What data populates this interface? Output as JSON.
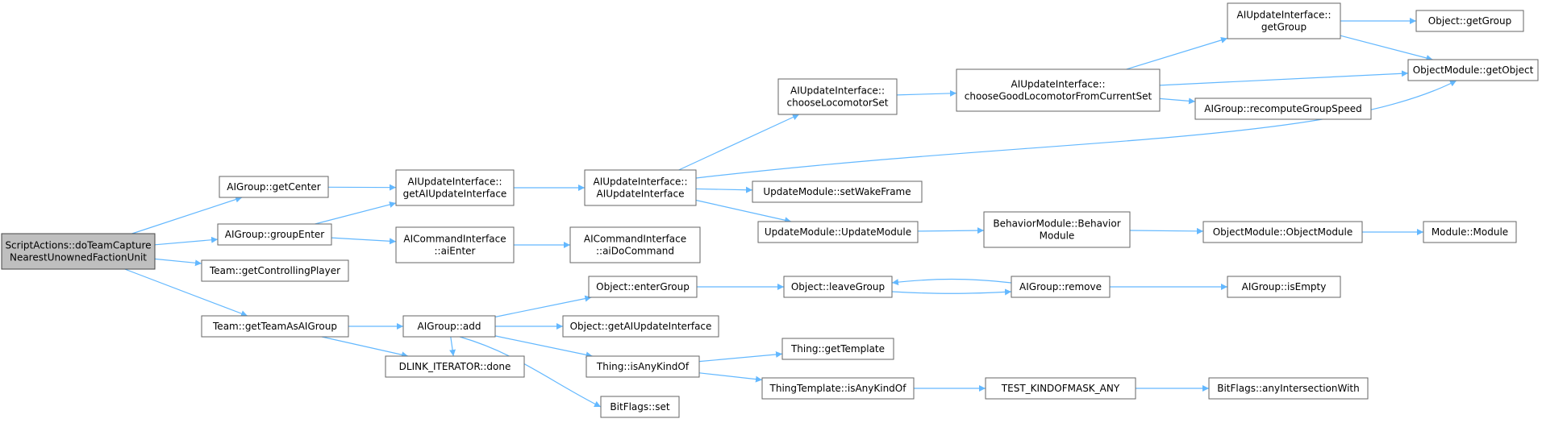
{
  "colors": {
    "edge": "#63b8ff",
    "node_border": "#666666",
    "root_fill": "#bfbfbf",
    "background": "#ffffff"
  },
  "nodes": [
    {
      "id": "root",
      "lines": [
        "ScriptActions::doTeamCapture",
        "NearestUnownedFactionUnit"
      ],
      "root": true
    },
    {
      "id": "aig_getCenter",
      "lines": [
        "AIGroup::getCenter"
      ]
    },
    {
      "id": "aig_groupEnter",
      "lines": [
        "AIGroup::groupEnter"
      ]
    },
    {
      "id": "team_getControllingPlayer",
      "lines": [
        "Team::getControllingPlayer"
      ]
    },
    {
      "id": "team_getTeamAsAIGroup",
      "lines": [
        "Team::getTeamAsAIGroup"
      ]
    },
    {
      "id": "aiui_getAIUpdateInterface",
      "lines": [
        "AIUpdateInterface::",
        "getAIUpdateInterface"
      ]
    },
    {
      "id": "aici_aiEnter",
      "lines": [
        "AICommandInterface",
        "::aiEnter"
      ]
    },
    {
      "id": "aig_add",
      "lines": [
        "AIGroup::add"
      ]
    },
    {
      "id": "dlink_done",
      "lines": [
        "DLINK_ITERATOR::done"
      ]
    },
    {
      "id": "aiui_ctor",
      "lines": [
        "AIUpdateInterface::",
        "AIUpdateInterface"
      ]
    },
    {
      "id": "aici_aiDoCommand",
      "lines": [
        "AICommandInterface",
        "::aiDoCommand"
      ]
    },
    {
      "id": "obj_enterGroup",
      "lines": [
        "Object::enterGroup"
      ]
    },
    {
      "id": "obj_getAIUpdateInterface",
      "lines": [
        "Object::getAIUpdateInterface"
      ]
    },
    {
      "id": "thing_isAnyKindOf",
      "lines": [
        "Thing::isAnyKindOf"
      ]
    },
    {
      "id": "bitflags_set",
      "lines": [
        "BitFlags::set"
      ]
    },
    {
      "id": "aiui_chooseLocomotorSet",
      "lines": [
        "AIUpdateInterface::",
        "chooseLocomotorSet"
      ]
    },
    {
      "id": "um_setWakeFrame",
      "lines": [
        "UpdateModule::setWakeFrame"
      ]
    },
    {
      "id": "um_ctor",
      "lines": [
        "UpdateModule::UpdateModule"
      ]
    },
    {
      "id": "obj_leaveGroup",
      "lines": [
        "Object::leaveGroup"
      ]
    },
    {
      "id": "thing_getTemplate",
      "lines": [
        "Thing::getTemplate"
      ]
    },
    {
      "id": "tt_isAnyKindOf",
      "lines": [
        "ThingTemplate::isAnyKindOf"
      ]
    },
    {
      "id": "aiui_chooseGoodLoco",
      "lines": [
        "AIUpdateInterface::",
        "chooseGoodLocomotorFromCurrentSet"
      ]
    },
    {
      "id": "bm_ctor",
      "lines": [
        "BehaviorModule::Behavior",
        "Module"
      ]
    },
    {
      "id": "aig_remove",
      "lines": [
        "AIGroup::remove"
      ]
    },
    {
      "id": "test_kindofmask",
      "lines": [
        "TEST_KINDOFMASK_ANY"
      ]
    },
    {
      "id": "aiui_getGroup",
      "lines": [
        "AIUpdateInterface::",
        "getGroup"
      ]
    },
    {
      "id": "aig_recompute",
      "lines": [
        "AIGroup::recomputeGroupSpeed"
      ]
    },
    {
      "id": "om_ctor",
      "lines": [
        "ObjectModule::ObjectModule"
      ]
    },
    {
      "id": "aig_isEmpty",
      "lines": [
        "AIGroup::isEmpty"
      ]
    },
    {
      "id": "bf_anyIntersection",
      "lines": [
        "BitFlags::anyIntersectionWith"
      ]
    },
    {
      "id": "obj_getGroup",
      "lines": [
        "Object::getGroup"
      ]
    },
    {
      "id": "om_getObject",
      "lines": [
        "ObjectModule::getObject"
      ]
    },
    {
      "id": "module_ctor",
      "lines": [
        "Module::Module"
      ]
    }
  ],
  "edges": [
    [
      "root",
      "aig_getCenter"
    ],
    [
      "root",
      "aig_groupEnter"
    ],
    [
      "root",
      "team_getControllingPlayer"
    ],
    [
      "root",
      "team_getTeamAsAIGroup"
    ],
    [
      "aig_getCenter",
      "aiui_getAIUpdateInterface"
    ],
    [
      "aig_groupEnter",
      "aiui_getAIUpdateInterface"
    ],
    [
      "aig_groupEnter",
      "aici_aiEnter"
    ],
    [
      "team_getTeamAsAIGroup",
      "aig_add"
    ],
    [
      "team_getTeamAsAIGroup",
      "dlink_done"
    ],
    [
      "aiui_getAIUpdateInterface",
      "aiui_ctor"
    ],
    [
      "aici_aiEnter",
      "aici_aiDoCommand"
    ],
    [
      "aig_add",
      "obj_enterGroup"
    ],
    [
      "aig_add",
      "obj_getAIUpdateInterface"
    ],
    [
      "aig_add",
      "thing_isAnyKindOf"
    ],
    [
      "aig_add",
      "bitflags_set"
    ],
    [
      "aig_add",
      "dlink_done"
    ],
    [
      "aiui_ctor",
      "aiui_chooseLocomotorSet"
    ],
    [
      "aiui_ctor",
      "um_setWakeFrame"
    ],
    [
      "aiui_ctor",
      "um_ctor"
    ],
    [
      "aiui_ctor",
      "om_getObject"
    ],
    [
      "obj_enterGroup",
      "obj_leaveGroup"
    ],
    [
      "thing_isAnyKindOf",
      "thing_getTemplate"
    ],
    [
      "thing_isAnyKindOf",
      "tt_isAnyKindOf"
    ],
    [
      "aiui_chooseLocomotorSet",
      "aiui_chooseGoodLoco"
    ],
    [
      "um_ctor",
      "bm_ctor"
    ],
    [
      "obj_leaveGroup",
      "aig_remove"
    ],
    [
      "aig_remove",
      "obj_leaveGroup"
    ],
    [
      "tt_isAnyKindOf",
      "test_kindofmask"
    ],
    [
      "aiui_chooseGoodLoco",
      "aiui_getGroup"
    ],
    [
      "aiui_chooseGoodLoco",
      "om_getObject"
    ],
    [
      "aiui_chooseGoodLoco",
      "aig_recompute"
    ],
    [
      "bm_ctor",
      "om_ctor"
    ],
    [
      "aig_remove",
      "aig_isEmpty"
    ],
    [
      "test_kindofmask",
      "bf_anyIntersection"
    ],
    [
      "aiui_getGroup",
      "obj_getGroup"
    ],
    [
      "aiui_getGroup",
      "om_getObject"
    ],
    [
      "om_ctor",
      "module_ctor"
    ]
  ]
}
